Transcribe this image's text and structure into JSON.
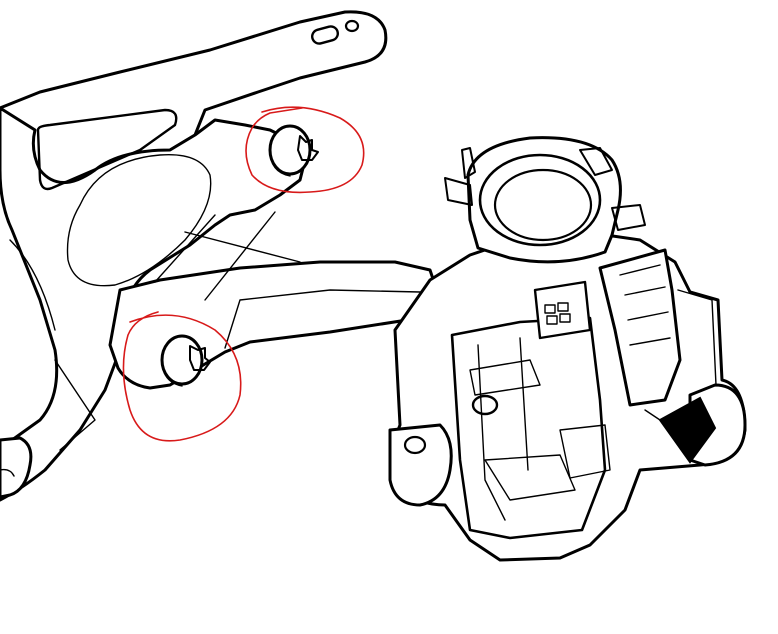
{
  "diagram": {
    "background": "#ffffff",
    "line_color": "#000000",
    "highlight_color": "#d81a1a",
    "components": [
      {
        "name": "mounting-bracket"
      },
      {
        "name": "mounting-bolt",
        "highlighted": true
      },
      {
        "name": "mounting-bolt",
        "highlighted": true
      },
      {
        "name": "ignition-lock-housing"
      },
      {
        "name": "electrical-connector"
      },
      {
        "name": "direction-arrow"
      }
    ]
  }
}
